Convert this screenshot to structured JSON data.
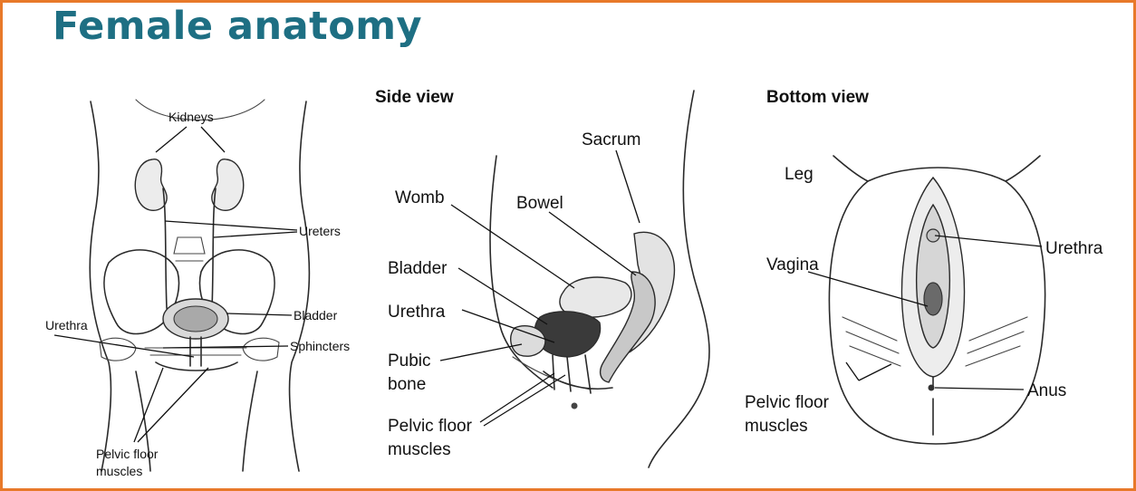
{
  "title": "Female anatomy",
  "panels": {
    "front": {
      "labels": {
        "kidneys": "Kidneys",
        "ureters": "Ureters",
        "bladder": "Bladder",
        "urethra": "Urethra",
        "sphincters": "Sphincters",
        "pelvic_floor_1": "Pelvic floor",
        "pelvic_floor_2": "muscles"
      }
    },
    "side": {
      "heading": "Side view",
      "labels": {
        "sacrum": "Sacrum",
        "womb": "Womb",
        "bowel": "Bowel",
        "bladder": "Bladder",
        "urethra": "Urethra",
        "pubic_1": "Pubic",
        "pubic_2": "bone",
        "pelvic_floor_1": "Pelvic floor",
        "pelvic_floor_2": "muscles"
      }
    },
    "bottom": {
      "heading": "Bottom view",
      "labels": {
        "leg": "Leg",
        "urethra": "Urethra",
        "vagina": "Vagina",
        "anus": "Anus",
        "pelvic_floor_1": "Pelvic floor",
        "pelvic_floor_2": "muscles"
      }
    }
  },
  "colors": {
    "frame": "#e8792a",
    "title": "#1e6f83"
  }
}
